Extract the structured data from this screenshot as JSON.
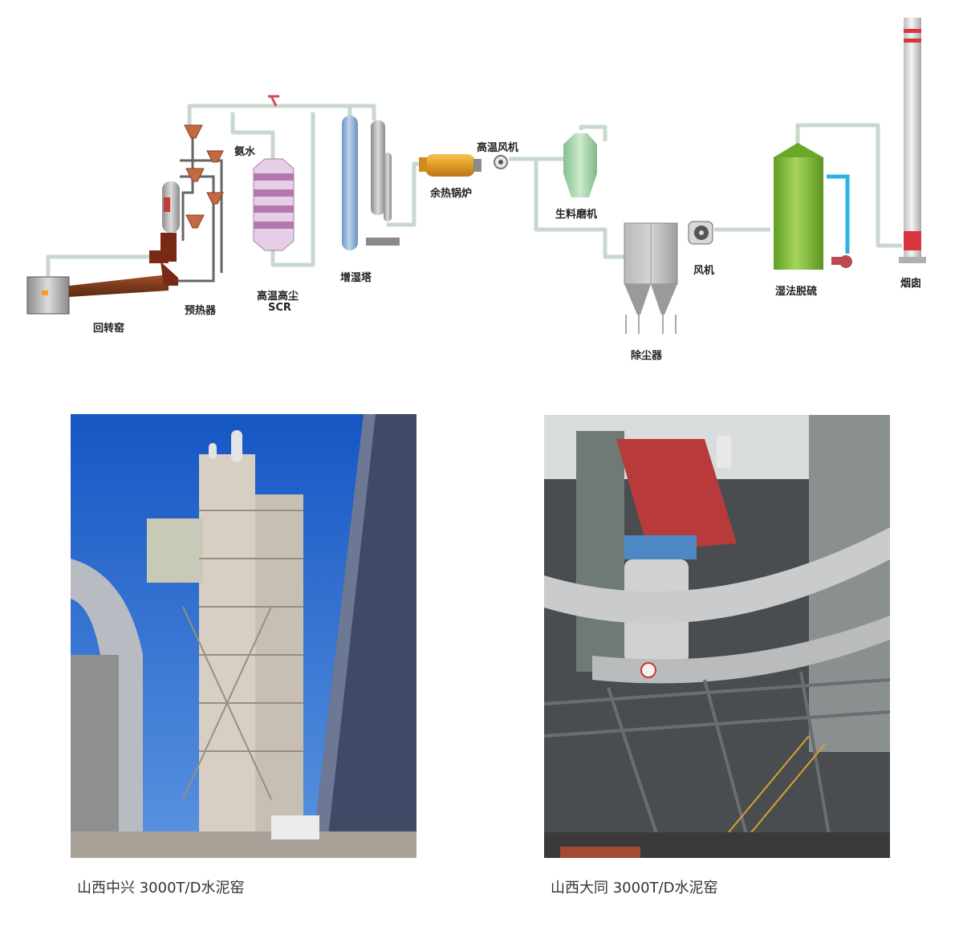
{
  "diagram": {
    "labels": {
      "rotary_kiln": "回转窑",
      "preheater": "预热器",
      "ammonia": "氨水",
      "scr_line1": "高温高尘",
      "scr_line2": "SCR",
      "humidifier": "增湿塔",
      "boiler": "余热锅炉",
      "hot_fan": "高温风机",
      "raw_mill": "生料磨机",
      "dust_collector": "除尘器",
      "fan": "风机",
      "wet_fgd": "湿法脱硫",
      "chimney": "烟囱"
    },
    "colors": {
      "pipe": "#c9d8cc",
      "kiln_duct": "#7a3a1c",
      "scr_body": "#c99ac9",
      "humidifier_body": "#8fb2dc",
      "boiler_body": "#e0a02a",
      "mill_body": "#a8d6ae",
      "dust_body": "#9a9a9a",
      "fgd_body": "#7cbc3a",
      "chimney_red": "#d8353f"
    }
  },
  "photos": [
    {
      "caption": "山西中兴 3000T/D水泥窑"
    },
    {
      "caption": "山西大同 3000T/D水泥窑"
    }
  ]
}
